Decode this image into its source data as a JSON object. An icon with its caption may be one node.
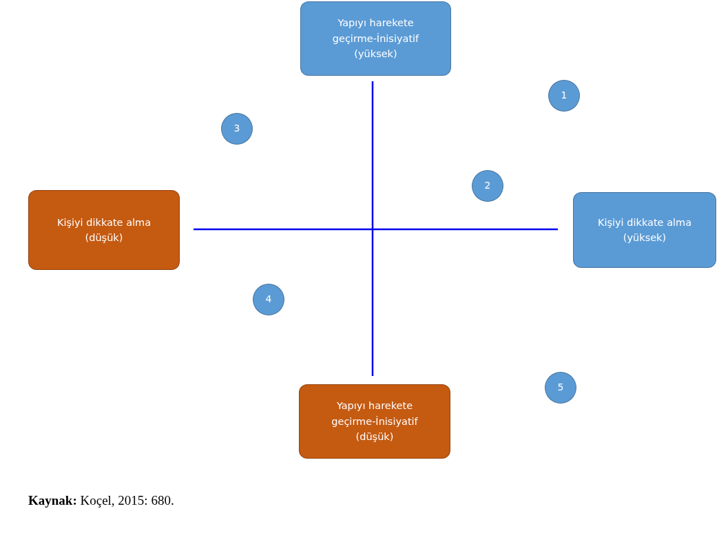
{
  "diagram": {
    "caption": "**Kaynak:** Koçel, 2015: 680.",
    "nodes": [
      {
        "text": [
          "Yapıyı harekete geçirme-İnisiyatif (yüksek)"
        ]
      },
      {
        "text": [
          "1"
        ]
      },
      {
        "text": [
          "3"
        ]
      },
      {
        "text": [
          "2"
        ]
      },
      {
        "text": [
          "Kişiyi dikkate alma (düşük)"
        ]
      },
      {
        "text": [
          "Kişiyi dikkate alma (yüksek)"
        ]
      },
      {
        "text": [
          "4"
        ]
      },
      {
        "text": [
          "5"
        ]
      },
      {
        "text": [
          "Yapıyı harekete geçirme-İnisiyatif (düşük)"
        ]
      }
    ]
  }
}
